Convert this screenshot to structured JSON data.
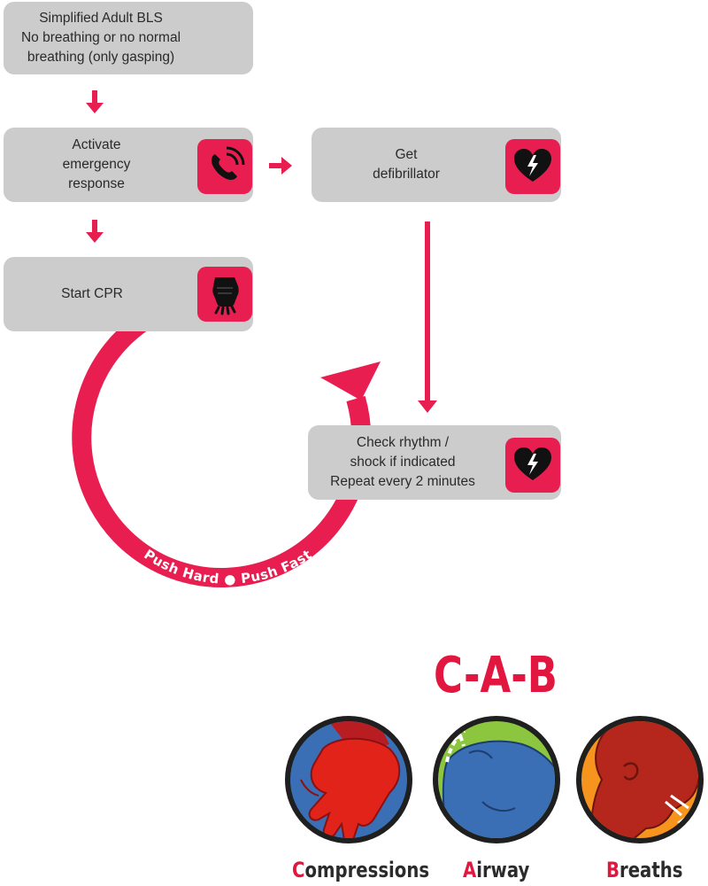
{
  "steps": {
    "start": {
      "lines": [
        "Simplified Adult BLS",
        "No breathing or no normal",
        "breathing (only gasping)"
      ]
    },
    "activate": {
      "lines": [
        "Activate",
        "emergency",
        "response"
      ],
      "icon": "phone-icon"
    },
    "defib": {
      "lines": [
        "Get",
        "defibrillator"
      ],
      "icon": "aed-heart-icon"
    },
    "cpr": {
      "lines": [
        "Start CPR"
      ],
      "icon": "cpr-hands-icon"
    },
    "rhythm": {
      "lines": [
        "Check rhythm /",
        "shock if indicated",
        "Repeat every 2 minutes"
      ],
      "icon": "aed-heart-icon"
    }
  },
  "loop_text": {
    "left": "Push Hard",
    "right": "Push Fast"
  },
  "cab": {
    "title": "C-A-B",
    "items": [
      {
        "first": "C",
        "rest": "ompressions",
        "icon": "compressions-icon",
        "bg": "#3a6fb6"
      },
      {
        "first": "A",
        "rest": "irway",
        "icon": "airway-icon",
        "bg": "#8cc63f"
      },
      {
        "first": "B",
        "rest": "reaths",
        "icon": "breaths-icon",
        "bg": "#f7941d"
      }
    ]
  },
  "colors": {
    "accent": "#e91e50",
    "box": "#cccccc",
    "dark": "#2a2a2a"
  }
}
